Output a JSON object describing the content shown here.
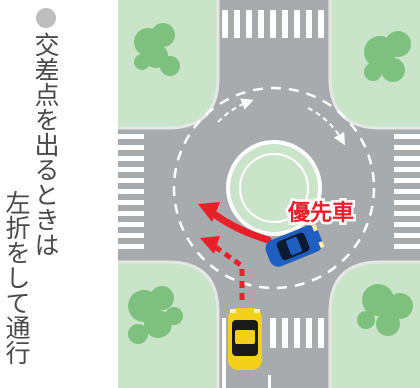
{
  "caption": {
    "line1": "交差点を出るときは",
    "line2": "左折をして通行"
  },
  "labels": {
    "priority": "優先車"
  },
  "icons": [
    "bullet-dot",
    "car-blue",
    "car-yellow",
    "arrow-red-solid",
    "arrow-red-dashed",
    "tree"
  ],
  "colors": {
    "grass": "#c9e4c9",
    "road": "#a8abad",
    "island": "#c9e4c9",
    "blue_car": "#1f5fbf",
    "yellow_car": "#f3d11a",
    "arrow_red": "#e8202a",
    "caption_text": "#4a4a4a"
  }
}
